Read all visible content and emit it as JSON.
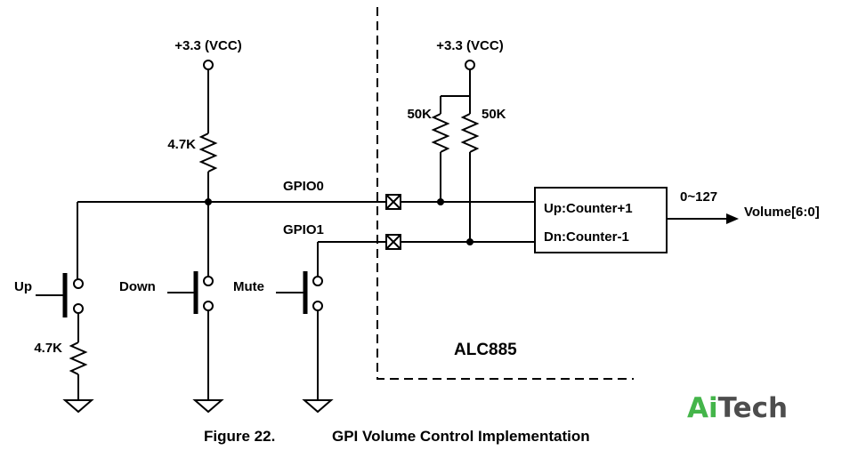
{
  "labels": {
    "vcc_left": "+3.3 (VCC)",
    "vcc_right": "+3.3 (VCC)",
    "r_top": "4.7K",
    "r_bottom": "4.7K",
    "r_pull1": "50K",
    "r_pull2": "50K",
    "gpio0": "GPIO0",
    "gpio1": "GPIO1",
    "btn_up": "Up",
    "btn_down": "Down",
    "btn_mute": "Mute",
    "counter_up": "Up:Counter+1",
    "counter_dn": "Dn:Counter-1",
    "range": "0~127",
    "volume": "Volume[6:0]",
    "chip": "ALC885"
  },
  "caption": {
    "figure": "Figure 22.",
    "title": "GPI Volume Control Implementation"
  },
  "logo": {
    "prefix": "Ai",
    "suffix": "Tech",
    "prefix_color": "#44b54a",
    "suffix_color": "#4d4d4d"
  }
}
